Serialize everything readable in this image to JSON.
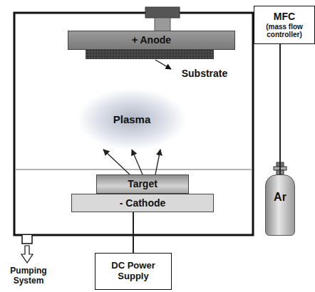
{
  "diagram": {
    "nodes": [
      {
        "text": [
          "+ Anode"
        ]
      },
      {
        "text": [
          "Plasma"
        ]
      },
      {
        "text": [
          "Target"
        ]
      },
      {
        "text": [
          "- Cathode"
        ]
      },
      {
        "text": [
          "MFC",
          "(mass flow controller)"
        ]
      },
      {
        "text": [
          "Ar"
        ]
      },
      {
        "text": [
          "DC Power Supply"
        ]
      }
    ],
    "edges": [
      {
        "from": 2,
        "to": 1,
        "arrow": "to"
      },
      {
        "from": 2,
        "to": 1,
        "arrow": "to"
      },
      {
        "from": 2,
        "to": 1,
        "arrow": "to"
      },
      {
        "from": 4,
        "to": 5,
        "arrow": "none"
      },
      {
        "from": 6,
        "to": 3,
        "arrow": "none"
      }
    ],
    "labels": [
      "Substrate",
      "Pumping System"
    ]
  }
}
